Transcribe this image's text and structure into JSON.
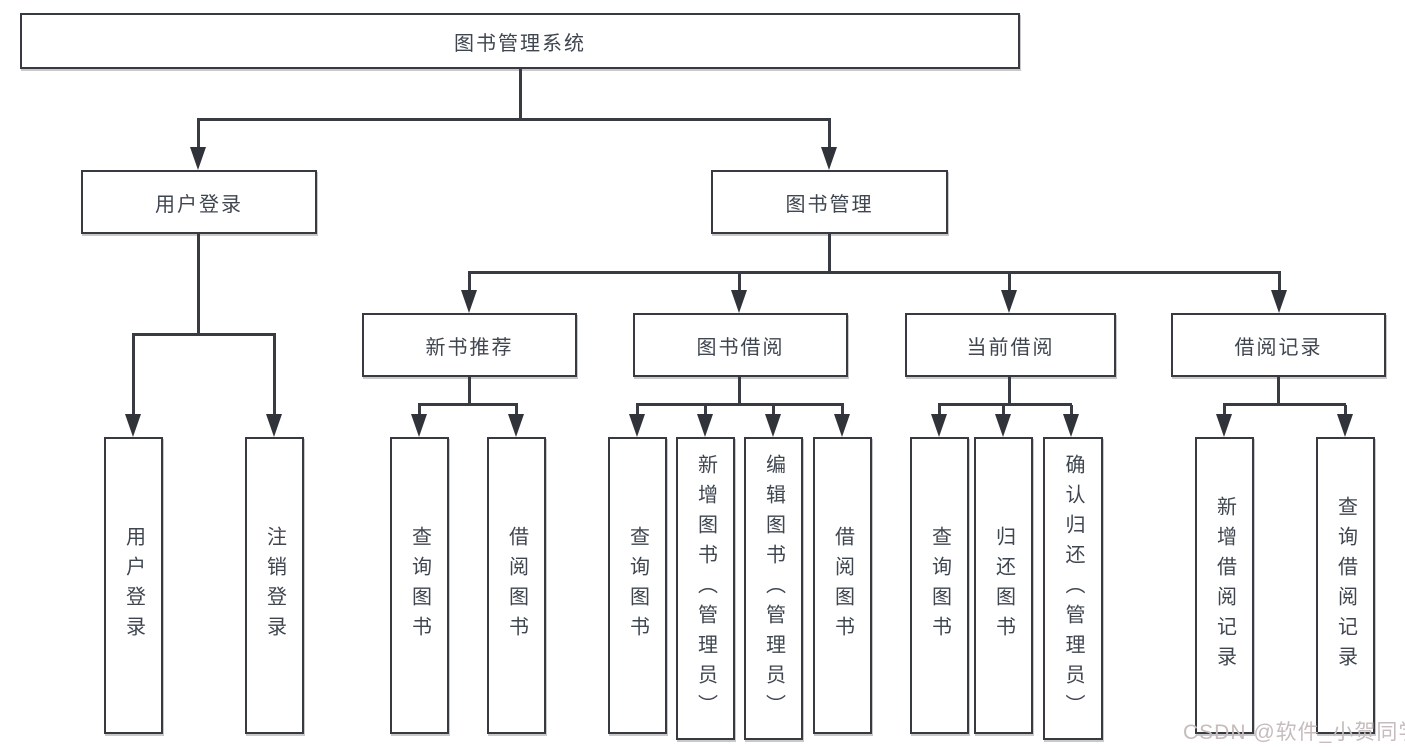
{
  "diagram": {
    "title": "图书管理系统",
    "level2": {
      "user_login": "用户登录",
      "book_management": "图书管理"
    },
    "level3": {
      "new_book_recommend": "新书推荐",
      "book_borrow": "图书借阅",
      "current_borrow": "当前借阅",
      "borrow_record": "借阅记录"
    },
    "leaves": [
      "用户登录",
      "注销登录",
      "查询图书",
      "借阅图书",
      "查询图书",
      "新增图书（管理员）",
      "编辑图书（管理员）",
      "借阅图书",
      "查询图书",
      "归还图书",
      "确认归还（管理员）",
      "新增借阅记录",
      "查询借阅记录"
    ]
  },
  "watermark": "CSDN @软件_小贺同学",
  "colors": {
    "line": "#383c42",
    "border": "#373b41",
    "text": "#3f4650",
    "watermark": "#c6bcbc",
    "background": "#ffffff"
  }
}
